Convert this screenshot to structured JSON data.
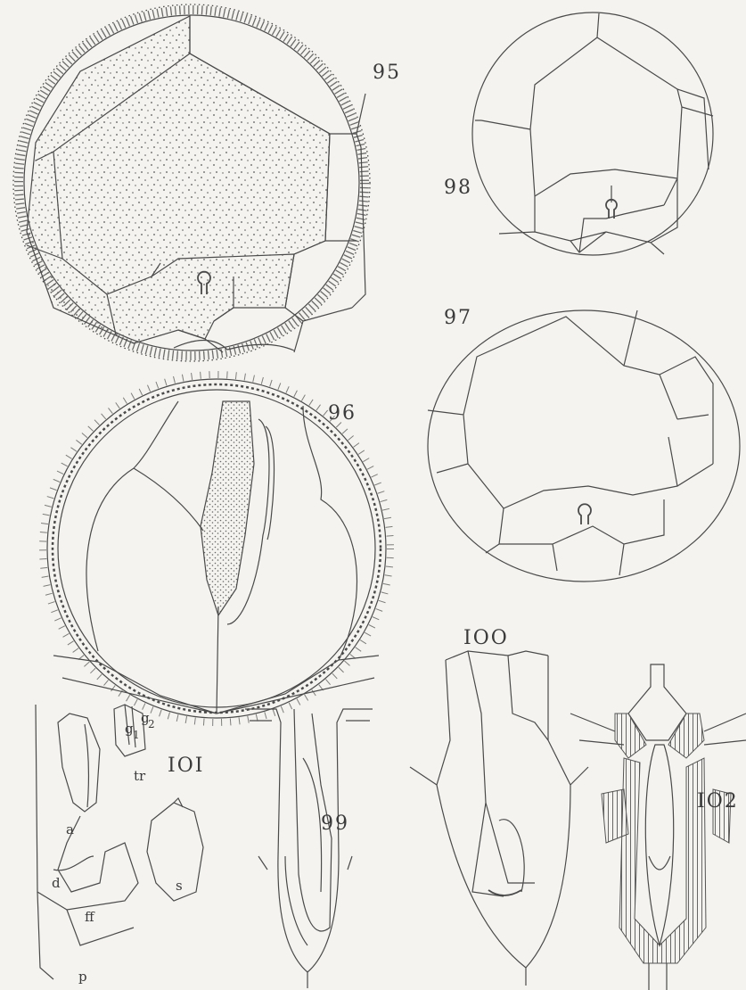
{
  "figures": {
    "fig95": {
      "number": "95"
    },
    "fig96": {
      "number": "96"
    },
    "fig97": {
      "number": "97"
    },
    "fig98": {
      "number": "98"
    },
    "fig99": {
      "number": "99"
    },
    "fig100": {
      "number": "IOO"
    },
    "fig101": {
      "number": "IOI",
      "labels": {
        "a": "a",
        "d": "d",
        "ff": "ff",
        "p": "p",
        "s": "s",
        "tr": "tr",
        "g1": "g",
        "g1_sub": "1",
        "g2": "g",
        "g2_sub": "2"
      }
    },
    "fig102": {
      "number": "IO2"
    }
  }
}
